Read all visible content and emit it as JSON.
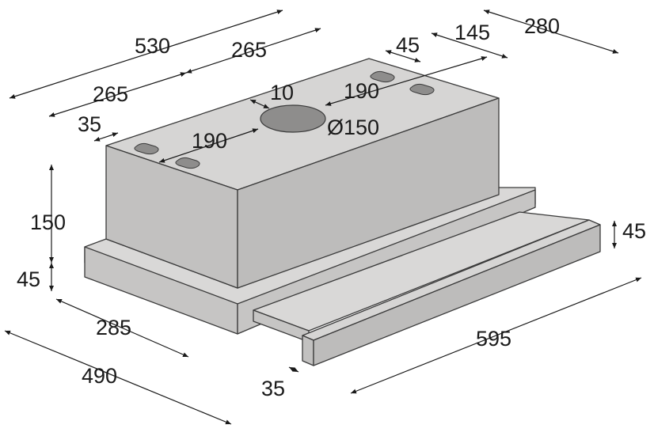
{
  "dimensions": {
    "overall_width": "530",
    "half_width_right": "265",
    "half_width_left": "265",
    "depth": "280",
    "mount_offset_rear": "145",
    "mount_slot_spacing_rear_small": "45",
    "mount_slot_spacing_rear": "190",
    "mount_slot_spacing_front": "190",
    "outlet_offset": "10",
    "outlet_diameter": "Ø150",
    "side_offset": "35",
    "body_height": "150",
    "base_height": "45",
    "drawer_height": "45",
    "base_depth": "285",
    "total_depth": "490",
    "drawer_width": "595",
    "drawer_front_offset": "35"
  }
}
